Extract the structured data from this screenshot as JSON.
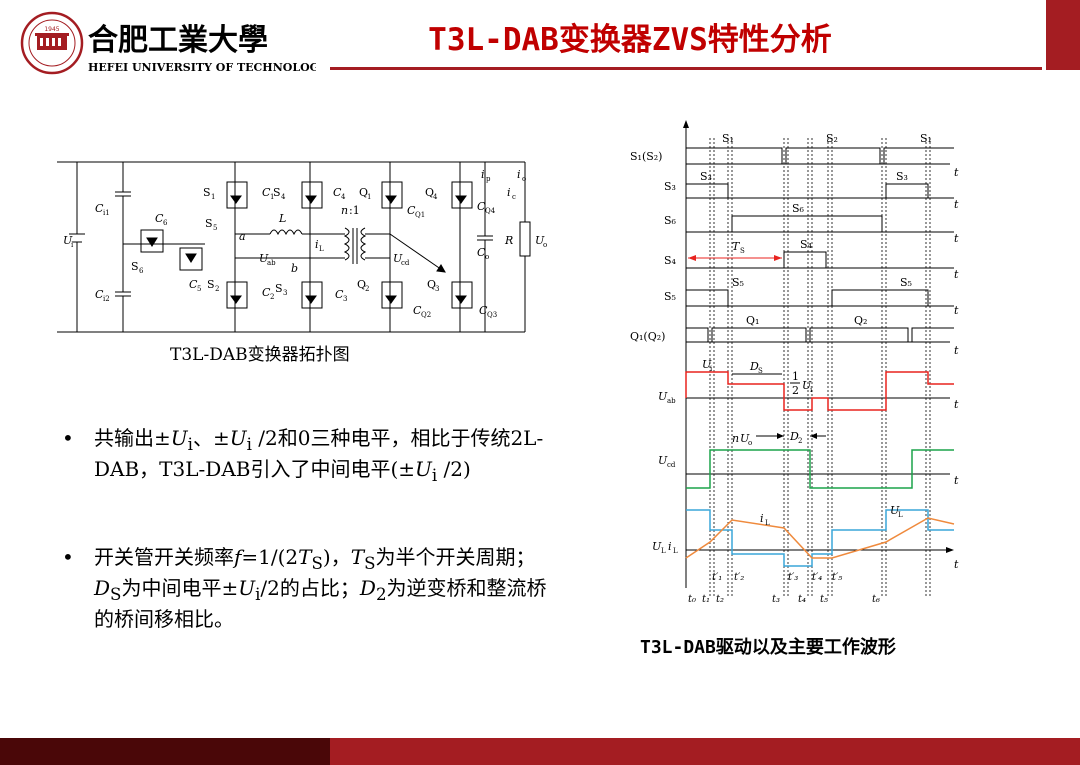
{
  "header": {
    "university_name_cn": "合肥工業大學",
    "university_name_en": "HEFEI UNIVERSITY OF TECHNOLOGY",
    "seal_year": "1945",
    "title": "T3L-DAB变换器ZVS特性分析"
  },
  "topology": {
    "caption": "T3L-DAB变换器拓扑图",
    "labels": {
      "ui": "U",
      "ui_sub": "i",
      "ci1": "C",
      "ci1_sub": "i1",
      "ci2": "C",
      "ci2_sub": "i2",
      "c6": "C",
      "c6_sub": "6",
      "c5": "C",
      "c5_sub": "5",
      "s1": "S",
      "s1_sub": "1",
      "s2": "S",
      "s2_sub": "2",
      "s3": "S",
      "s3_sub": "3",
      "s4": "S",
      "s4_sub": "4",
      "s5": "S",
      "s5_sub": "5",
      "s6": "S",
      "s6_sub": "6",
      "c1": "C",
      "c1_sub": "1",
      "c2": "C",
      "c2_sub": "2",
      "c3": "C",
      "c3_sub": "3",
      "c4": "C",
      "c4_sub": "4",
      "inductor": "L",
      "node_a": "a",
      "node_b": "b",
      "uab": "U",
      "uab_sub": "ab",
      "il": "i",
      "il_sub": "L",
      "ratio": "n",
      "ratio_rest": ":1",
      "ucd": "U",
      "ucd_sub": "cd",
      "q1": "Q",
      "q1_sub": "1",
      "q2": "Q",
      "q2_sub": "2",
      "q3": "Q",
      "q3_sub": "3",
      "q4": "Q",
      "q4_sub": "4",
      "cq1": "C",
      "cq1_sub": "Q1",
      "cq2": "C",
      "cq2_sub": "Q2",
      "cq3": "C",
      "cq3_sub": "Q3",
      "cq4": "C",
      "cq4_sub": "Q4",
      "ip": "i",
      "ip_sub": "p",
      "io": "i",
      "io_sub": "o",
      "ic": "i",
      "ic_sub": "c",
      "co": "C",
      "co_sub": "o",
      "r": "R",
      "uo": "U",
      "uo_sub": "o"
    }
  },
  "bullets": [
    {
      "dot": "•",
      "p1": "共输出±",
      "v1": "U",
      "v1_sub": "i",
      "p2": "、±",
      "v2": "U",
      "v2_sub": "i",
      "p3": " /2和0三种电平，相比于传统2L-DAB，T3L-DAB引入了中间电平(±",
      "v3": "U",
      "v3_sub": "i",
      "p4": " /2)"
    },
    {
      "dot": "•",
      "p1": "开关管开关频率",
      "v1": "f",
      "p2": "=1/(2",
      "v2": "T",
      "v2_sub": "S",
      "p3": ")，",
      "v3": "T",
      "v3_sub": "S",
      "p4": "为半个开关周期；",
      "v4": "D",
      "v4_sub": "S",
      "p5": "为中间电平±",
      "v5": "U",
      "v5_sub": "i",
      "p6": "/2的占比；",
      "v6": "D",
      "v6_sub": "2",
      "p7": "为逆变桥和整流桥的桥间移相比。"
    }
  ],
  "waveform": {
    "caption": "T3L-DAB驱动以及主要工作波形",
    "row_labels": {
      "s1s2": "S₁(S₂)",
      "s3": "S₃",
      "s6": "S₆",
      "s4": "S₄",
      "s5": "S₅",
      "q1q2": "Q₁(Q₂)",
      "uab": "U",
      "uab_sub": "ab",
      "ucd": "U",
      "ucd_sub": "cd",
      "ulil": "U",
      "ulil_sub": "L",
      "ulil_i": "i",
      "ulil_isub": "L"
    },
    "pulse_labels": {
      "s1_a": "S₁",
      "s2": "S₂",
      "s1_b": "S₁",
      "s3_a": "S₃",
      "s3_b": "S₃",
      "s6": "S₆",
      "s4": "S₄",
      "s5_a": "S₅",
      "s5_b": "S₅",
      "q1": "Q₁",
      "q2": "Q₂"
    },
    "axis_t": "t",
    "annotations": {
      "ts": "T",
      "ts_sub": "S",
      "ui": "U",
      "ui_sub": "i",
      "ds": "D",
      "ds_sub": "S",
      "half_num": "1",
      "half_den": "2",
      "half_ui": "U",
      "half_ui_sub": "i",
      "nuo_n": "n",
      "nuo": "U",
      "nuo_sub": "o",
      "d2": "D",
      "d2_sub": "2",
      "il": "i",
      "il_sub": "L",
      "ul": "U",
      "ul_sub": "L"
    },
    "time_marks_top": [
      "t′₁",
      "t′₂",
      "t′₃",
      "t′₄",
      "t′₅"
    ],
    "time_marks_bottom": [
      "t₀",
      "t₁",
      "t₂",
      "t₃",
      "t₄",
      "t₅",
      "t₆"
    ],
    "colors": {
      "uab": "#e8231f",
      "ucd": "#1ba34a",
      "ul": "#3aa6d8",
      "il": "#ef8a3d"
    }
  },
  "theme": {
    "accent": "#c00000",
    "bar": "#a41d22",
    "bar_dark": "#4a0708"
  }
}
